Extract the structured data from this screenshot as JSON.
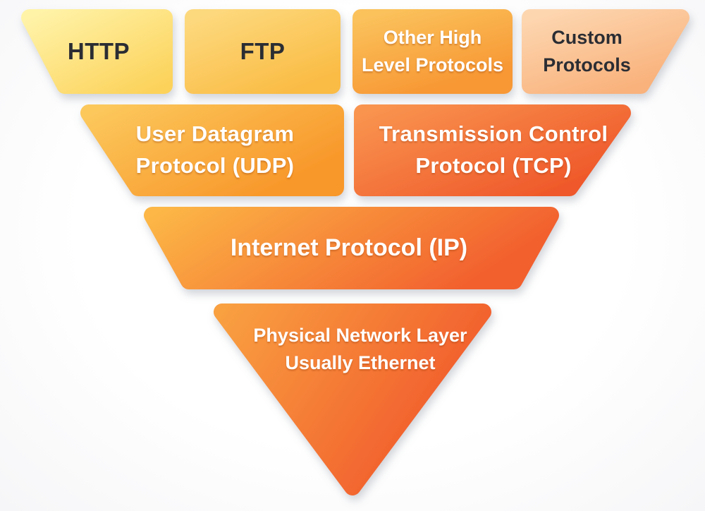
{
  "diagram_title": "TCP/IP protocol stack pyramid",
  "background": {
    "center": "#ffffff",
    "edge": "#f6f6f8"
  },
  "text_colors": {
    "dark": "#2b2d33",
    "light": "#ffffff"
  },
  "layers": {
    "http": {
      "label": "HTTP",
      "colors": {
        "from": "#fff3a8",
        "to": "#fcd25a"
      }
    },
    "ftp": {
      "label": "FTP",
      "colors": {
        "from": "#fdd97e",
        "to": "#fabc45"
      }
    },
    "other": {
      "line1": "Other High",
      "line2": "Level Protocols",
      "colors": {
        "from": "#fbc25c",
        "to": "#f79834"
      }
    },
    "custom": {
      "line1": "Custom",
      "line2": "Protocols",
      "colors": {
        "from": "#fdd6b0",
        "to": "#f9b27c"
      }
    },
    "udp": {
      "line1": "User Datagram",
      "line2": "Protocol (UDP)",
      "colors": {
        "from": "#fcc85c",
        "to": "#f8982b"
      }
    },
    "tcp": {
      "line1": "Transmission Control",
      "line2": "Protocol (TCP)",
      "colors": {
        "from": "#f9944f",
        "to": "#ef582a"
      }
    },
    "ip": {
      "label": "Internet Protocol (IP)",
      "colors": {
        "from": "#fcb746",
        "to": "#f2602e"
      }
    },
    "physical": {
      "line1": "Physical Network Layer",
      "line2": "Usually Ethernet",
      "colors": {
        "from": "#f9a041",
        "to": "#f1592b"
      }
    }
  }
}
